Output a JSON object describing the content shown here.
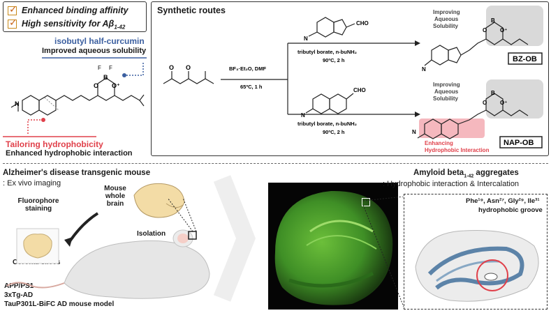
{
  "checklist": {
    "item1": "Enhanced binding affinity",
    "item2_prefix": "High sensitivity for Aβ",
    "item2_sub": "1-42"
  },
  "left_panel": {
    "isobutyl_title": "isobutyl half-curcumin",
    "isobutyl_desc": "Improved aqueous solubility",
    "tailoring_title": "Tailoring hydrophobicity",
    "tailoring_desc": "Enhanced hydrophobic interaction"
  },
  "routes": {
    "title": "Synthetic routes",
    "step1_reagent": "BF₃·Et₂O, DMF",
    "step1_cond": "65ºC, 1 h",
    "upper_reagent": "tributyl borate, n-buNH₂",
    "upper_cond": "90ºC, 2 h",
    "lower_reagent": "tributyl borate, n-buNH₂",
    "lower_cond": "90ºC, 2 h",
    "cho_upper": "CHO",
    "cho_lower": "CHO",
    "improving_1": "Improving",
    "aqueous_1": "Aqueous",
    "solubility_1": "Solubility",
    "improving_2": "Improving",
    "aqueous_2": "Aqueous",
    "solubility_2": "Solubility",
    "bz_label": "BZ-OB",
    "nap_label": "NAP-OB",
    "enhancing_1": "Enhancing",
    "enhancing_2": "Hydrophobic Interaction"
  },
  "bottom_left": {
    "title": "Alzheimer's disease transgenic mouse",
    "subtitle": ": Ex vivo imaging",
    "mouse_brain_1": "Mouse",
    "mouse_brain_2": "whole brain",
    "fluoro_1": "Fluorophore",
    "fluoro_2": "staining",
    "coronal": "Coronal slices",
    "isolation": "Isolation",
    "model_1": "APP/PS1",
    "model_2": "3xTg-AD",
    "model_3": "TauP301L-BiFC AD mouse model"
  },
  "bottom_right": {
    "title_prefix": "Amyloid beta",
    "title_sub": "1-42",
    "title_suffix": " aggregates",
    "subtitle": ": Hydrophobic interaction & Intercalation",
    "groove_residues": "Phe¹⁹, Asn²⁷, Gly²⁹, Ile³¹",
    "groove_label": "hydrophobic groove"
  },
  "atoms": {
    "F": "F",
    "B": "B",
    "O": "O",
    "Oplus": "O⁺",
    "N": "N"
  },
  "colors": {
    "blue": "#3b5fa0",
    "red": "#e0404a",
    "orange": "#c8641a",
    "green": "#3a8a2a"
  }
}
